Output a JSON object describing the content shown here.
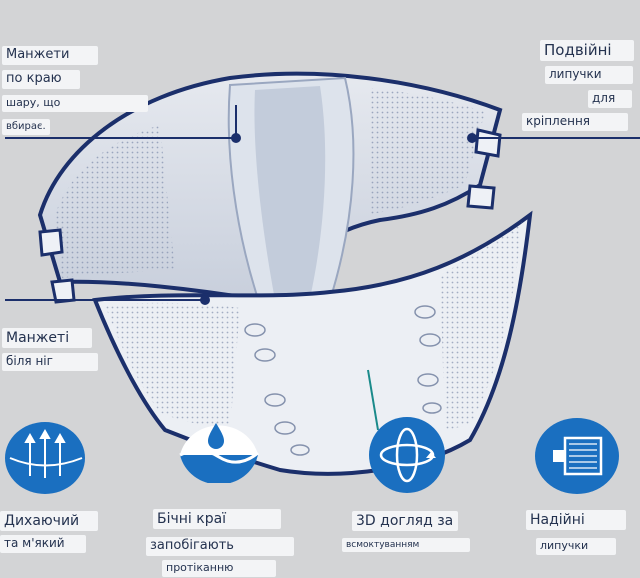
{
  "callouts": {
    "waist_cuffs": {
      "line1": "Манжети",
      "line2": "по краю",
      "line3": "шару, що",
      "line4": "вбирає."
    },
    "double_tapes": {
      "line1": "Подвійні",
      "line2": "липучки",
      "line3": "для",
      "line4": "кріплення"
    },
    "leg_cuffs": {
      "line1": "Манжеті",
      "line2": "біля ніг"
    }
  },
  "features": {
    "breathable": {
      "line1": "Дихаючий",
      "line2": "та м'який"
    },
    "side_edges": {
      "line1": "Бічні краї",
      "line2": "запобігають",
      "line3": "протіканню"
    },
    "care_3d": {
      "line1": "3D догляд за",
      "line2": "всмоктуванням"
    },
    "reliable_tapes": {
      "line1": "Надійні",
      "line2": "липучки"
    }
  },
  "colors": {
    "accent": "#1a6fc0",
    "outline": "#1b2f6b",
    "background": "#d3d4d6"
  }
}
